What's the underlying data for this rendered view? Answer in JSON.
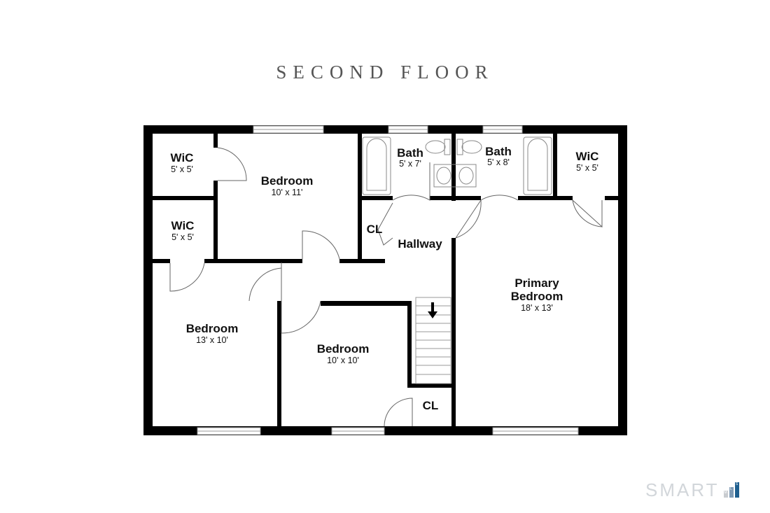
{
  "title": "SECOND FLOOR",
  "rooms": {
    "wic_top_left": {
      "name": "WiC",
      "dims": "5' x 5'"
    },
    "bedroom_top": {
      "name": "Bedroom",
      "dims": "10' x 11'"
    },
    "bath_left": {
      "name": "Bath",
      "dims": "5' x 7'"
    },
    "bath_right": {
      "name": "Bath",
      "dims": "5' x 8'"
    },
    "wic_top_right": {
      "name": "WiC",
      "dims": "5' x 5'"
    },
    "wic_mid_left": {
      "name": "WiC",
      "dims": "5' x 5'"
    },
    "closet_hall": {
      "name": "CL"
    },
    "hallway": {
      "name": "Hallway"
    },
    "primary_bedroom": {
      "name_line1": "Primary",
      "name_line2": "Bedroom",
      "dims": "18' x 13'"
    },
    "bedroom_left": {
      "name": "Bedroom",
      "dims": "13' x 10'"
    },
    "bedroom_center": {
      "name": "Bedroom",
      "dims": "10' x 10'"
    },
    "closet_bottom": {
      "name": "CL"
    }
  },
  "logo": {
    "text": "SMART",
    "sub": [
      "M",
      "L",
      "S"
    ],
    "colors": [
      "#c9ccd0",
      "#7f9bb5",
      "#1f5f8f"
    ]
  }
}
